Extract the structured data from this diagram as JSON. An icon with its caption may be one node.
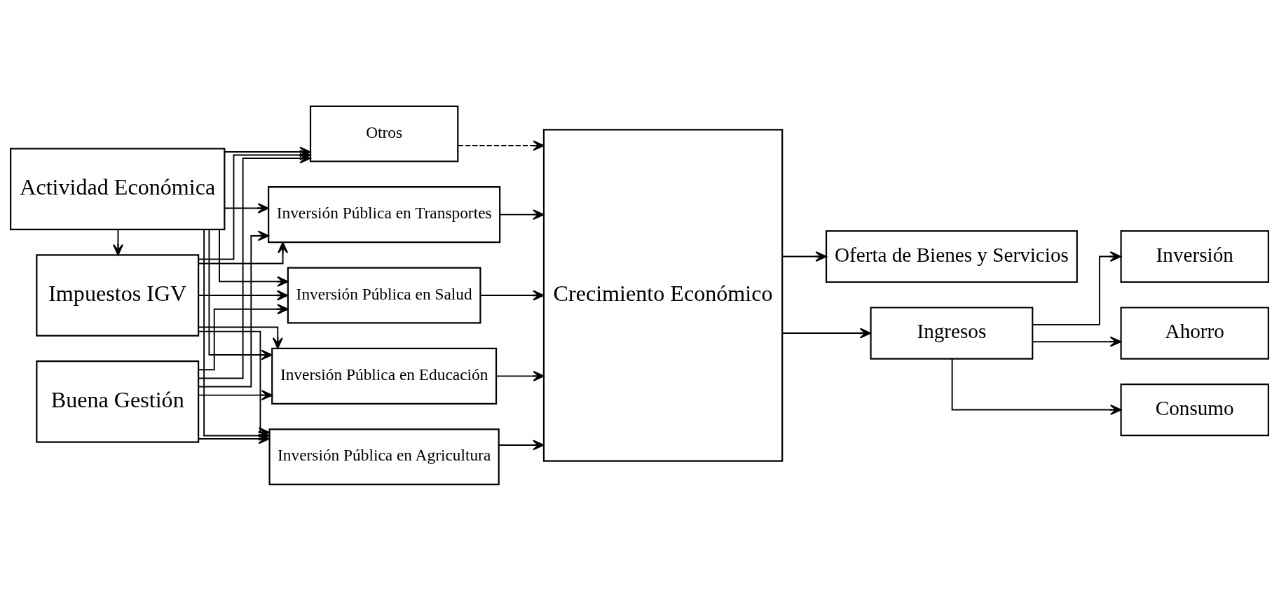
{
  "diagram": {
    "nodes": [
      {
        "text": [
          "Actividad Económica"
        ]
      },
      {
        "text": [
          "Impuestos IGV"
        ]
      },
      {
        "text": [
          "Buena Gestión"
        ]
      },
      {
        "text": [
          "Inversión Pública en Transportes"
        ]
      },
      {
        "text": [
          "Inversión Pública en Salud"
        ]
      },
      {
        "text": [
          "Inversión Pública en Educación"
        ]
      },
      {
        "text": [
          "Inversión Pública en Agricultura"
        ]
      },
      {
        "text": [
          "Otros"
        ]
      },
      {
        "text": [
          "Crecimiento Económico"
        ]
      },
      {
        "text": [
          "Oferta de Bienes y Servicios"
        ]
      },
      {
        "text": [
          "Ingresos"
        ]
      },
      {
        "text": [
          "Inversión"
        ]
      },
      {
        "text": [
          "Ahorro"
        ]
      },
      {
        "text": [
          "Consumo"
        ]
      }
    ],
    "edges": [
      {
        "from": 0,
        "to": 1,
        "arrow": "to"
      },
      {
        "from": 0,
        "to": 3,
        "arrow": "to"
      },
      {
        "from": 0,
        "to": 4,
        "arrow": "to"
      },
      {
        "from": 0,
        "to": 5,
        "arrow": "to"
      },
      {
        "from": 0,
        "to": 6,
        "arrow": "to"
      },
      {
        "from": 0,
        "to": 7,
        "arrow": "to"
      },
      {
        "from": 1,
        "to": 3,
        "arrow": "to"
      },
      {
        "from": 1,
        "to": 4,
        "arrow": "to"
      },
      {
        "from": 1,
        "to": 5,
        "arrow": "to"
      },
      {
        "from": 1,
        "to": 6,
        "arrow": "to"
      },
      {
        "from": 1,
        "to": 7,
        "arrow": "to"
      },
      {
        "from": 2,
        "to": 3,
        "arrow": "to"
      },
      {
        "from": 2,
        "to": 4,
        "arrow": "to"
      },
      {
        "from": 2,
        "to": 5,
        "arrow": "to"
      },
      {
        "from": 2,
        "to": 6,
        "arrow": "to"
      },
      {
        "from": 2,
        "to": 7,
        "arrow": "to"
      },
      {
        "from": 3,
        "to": 8,
        "arrow": "to"
      },
      {
        "from": 4,
        "to": 8,
        "arrow": "to"
      },
      {
        "from": 5,
        "to": 8,
        "arrow": "to"
      },
      {
        "from": 6,
        "to": 8,
        "arrow": "to"
      },
      {
        "from": 7,
        "to": 8,
        "arrow": "to",
        "style": "dashed"
      },
      {
        "from": 8,
        "to": 9,
        "arrow": "to"
      },
      {
        "from": 8,
        "to": 10,
        "arrow": "to"
      },
      {
        "from": 10,
        "to": 11,
        "arrow": "to"
      },
      {
        "from": 10,
        "to": 12,
        "arrow": "to"
      },
      {
        "from": 10,
        "to": 13,
        "arrow": "to"
      }
    ]
  }
}
